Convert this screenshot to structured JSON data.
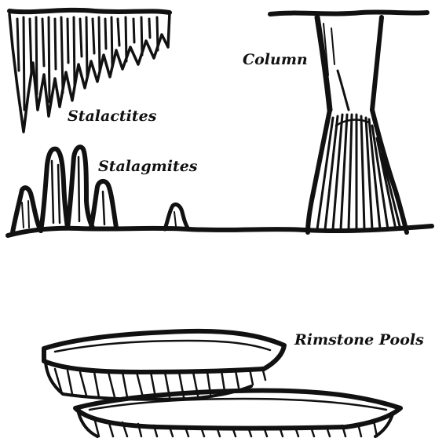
{
  "labels": {
    "stalactites": "Stalactites",
    "stalagmites": "Stalagmites",
    "column": "Column",
    "rimstone_pools": "Rimstone Pools"
  },
  "colors": {
    "ink": "#111111",
    "paper": "#ffffff"
  }
}
